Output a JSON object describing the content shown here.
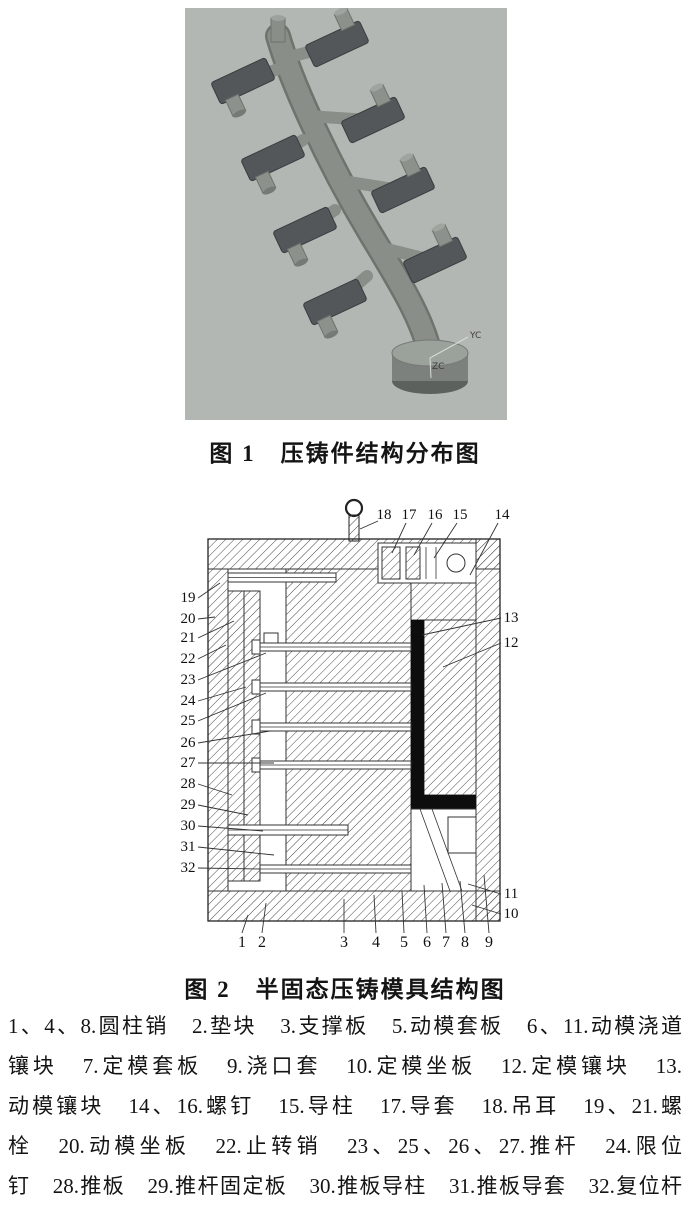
{
  "figure1": {
    "caption": "图 1　压铸件结构分布图",
    "axis_labels": {
      "y": "YC",
      "z": "ZC"
    },
    "colors": {
      "background": "#b3b7b3",
      "casting": "#53575a",
      "runner": "#8a8e88",
      "biscuit": "#7d817d"
    }
  },
  "figure2": {
    "caption": "图 2　半固态压铸模具结构图",
    "labels": {
      "top": [
        "18",
        "17",
        "16",
        "15",
        "14"
      ],
      "left": [
        "19",
        "20",
        "21",
        "22",
        "23",
        "24",
        "25",
        "26",
        "27",
        "28",
        "29",
        "30",
        "31",
        "32"
      ],
      "right": [
        "13",
        "12",
        "11",
        "10"
      ],
      "bottom": [
        "1",
        "2",
        "3",
        "4",
        "5",
        "6",
        "7",
        "8",
        "9"
      ]
    }
  },
  "legend": {
    "lines": [
      "1、4、8.圆柱销　2.垫块　3.支撑板　5.动模套板　6、11.动模浇道",
      "镶块　7.定模套板　9.浇口套　10.定模坐板　12.定模镶块　13.",
      "动模镶块　14、16.螺钉　15.导柱　17.导套　18.吊耳　19、21.螺",
      "栓　20.动模坐板　22.止转销　23、25、26、27.推杆　24.限位",
      "钉　28.推板　29.推杆固定板　30.推板导柱　31.推板导套　32.复位杆"
    ]
  }
}
